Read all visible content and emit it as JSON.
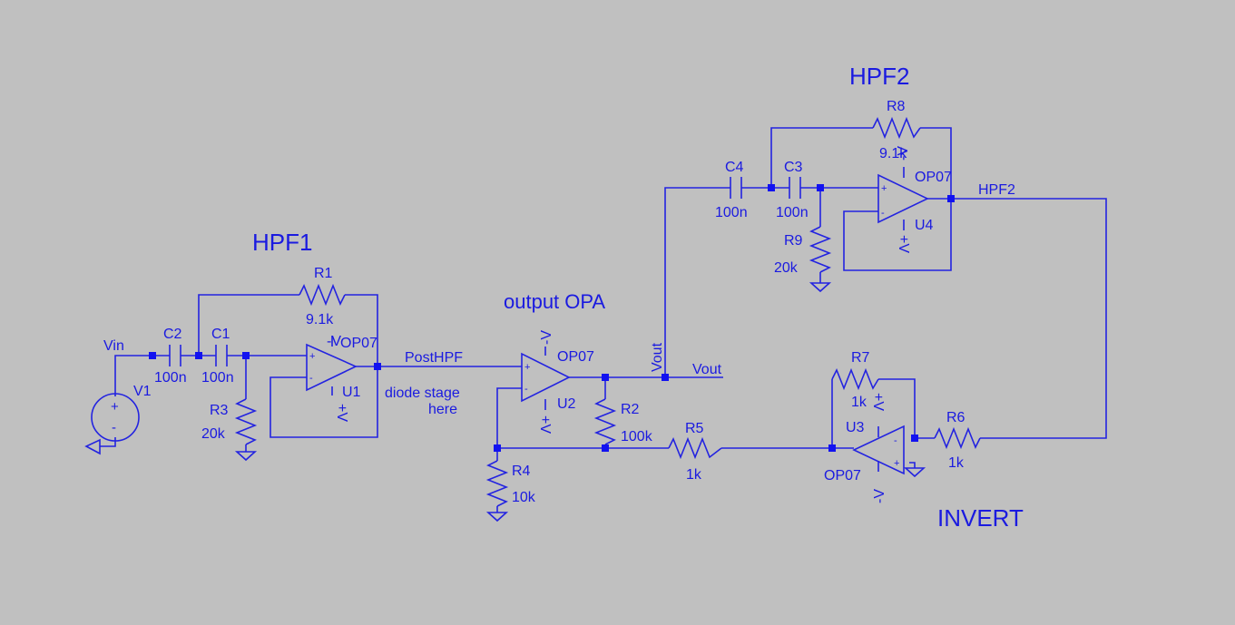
{
  "title_labels": {
    "hpf1": "HPF1",
    "hpf2": "HPF2",
    "output_opa": "output OPA",
    "invert": "INVERT",
    "diode_stage_line1": "diode stage",
    "diode_stage_line2": "here"
  },
  "nets": {
    "vin": "Vin",
    "posthpf": "PostHPF",
    "vout_vertical": "Vout",
    "vout": "Vout",
    "hpf2": "HPF2"
  },
  "components": {
    "V1": {
      "ref": "V1"
    },
    "C2": {
      "ref": "C2",
      "value": "100n"
    },
    "C1": {
      "ref": "C1",
      "value": "100n"
    },
    "R1": {
      "ref": "R1",
      "value": "9.1k"
    },
    "R3": {
      "ref": "R3",
      "value": "20k"
    },
    "U1": {
      "ref": "U1",
      "model": "OP07"
    },
    "U2": {
      "ref": "U2",
      "model": "OP07"
    },
    "R2": {
      "ref": "R2",
      "value": "100k"
    },
    "R4": {
      "ref": "R4",
      "value": "10k"
    },
    "R5": {
      "ref": "R5",
      "value": "1k"
    },
    "C4": {
      "ref": "C4",
      "value": "100n"
    },
    "C3": {
      "ref": "C3",
      "value": "100n"
    },
    "R8": {
      "ref": "R8",
      "value": "9.1k"
    },
    "R9": {
      "ref": "R9",
      "value": "20k"
    },
    "U4": {
      "ref": "U4",
      "model": "OP07"
    },
    "R7": {
      "ref": "R7",
      "value": "1k"
    },
    "R6": {
      "ref": "R6",
      "value": "1k"
    },
    "U3": {
      "ref": "U3",
      "model": "OP07"
    }
  },
  "supply": {
    "neg": "-V",
    "pos": "+V"
  },
  "pins": {
    "plus": "+",
    "minus": "-"
  },
  "colors": {
    "background": "#c0c0c0",
    "wire": "#2323e0",
    "text": "#1a1ae0"
  }
}
